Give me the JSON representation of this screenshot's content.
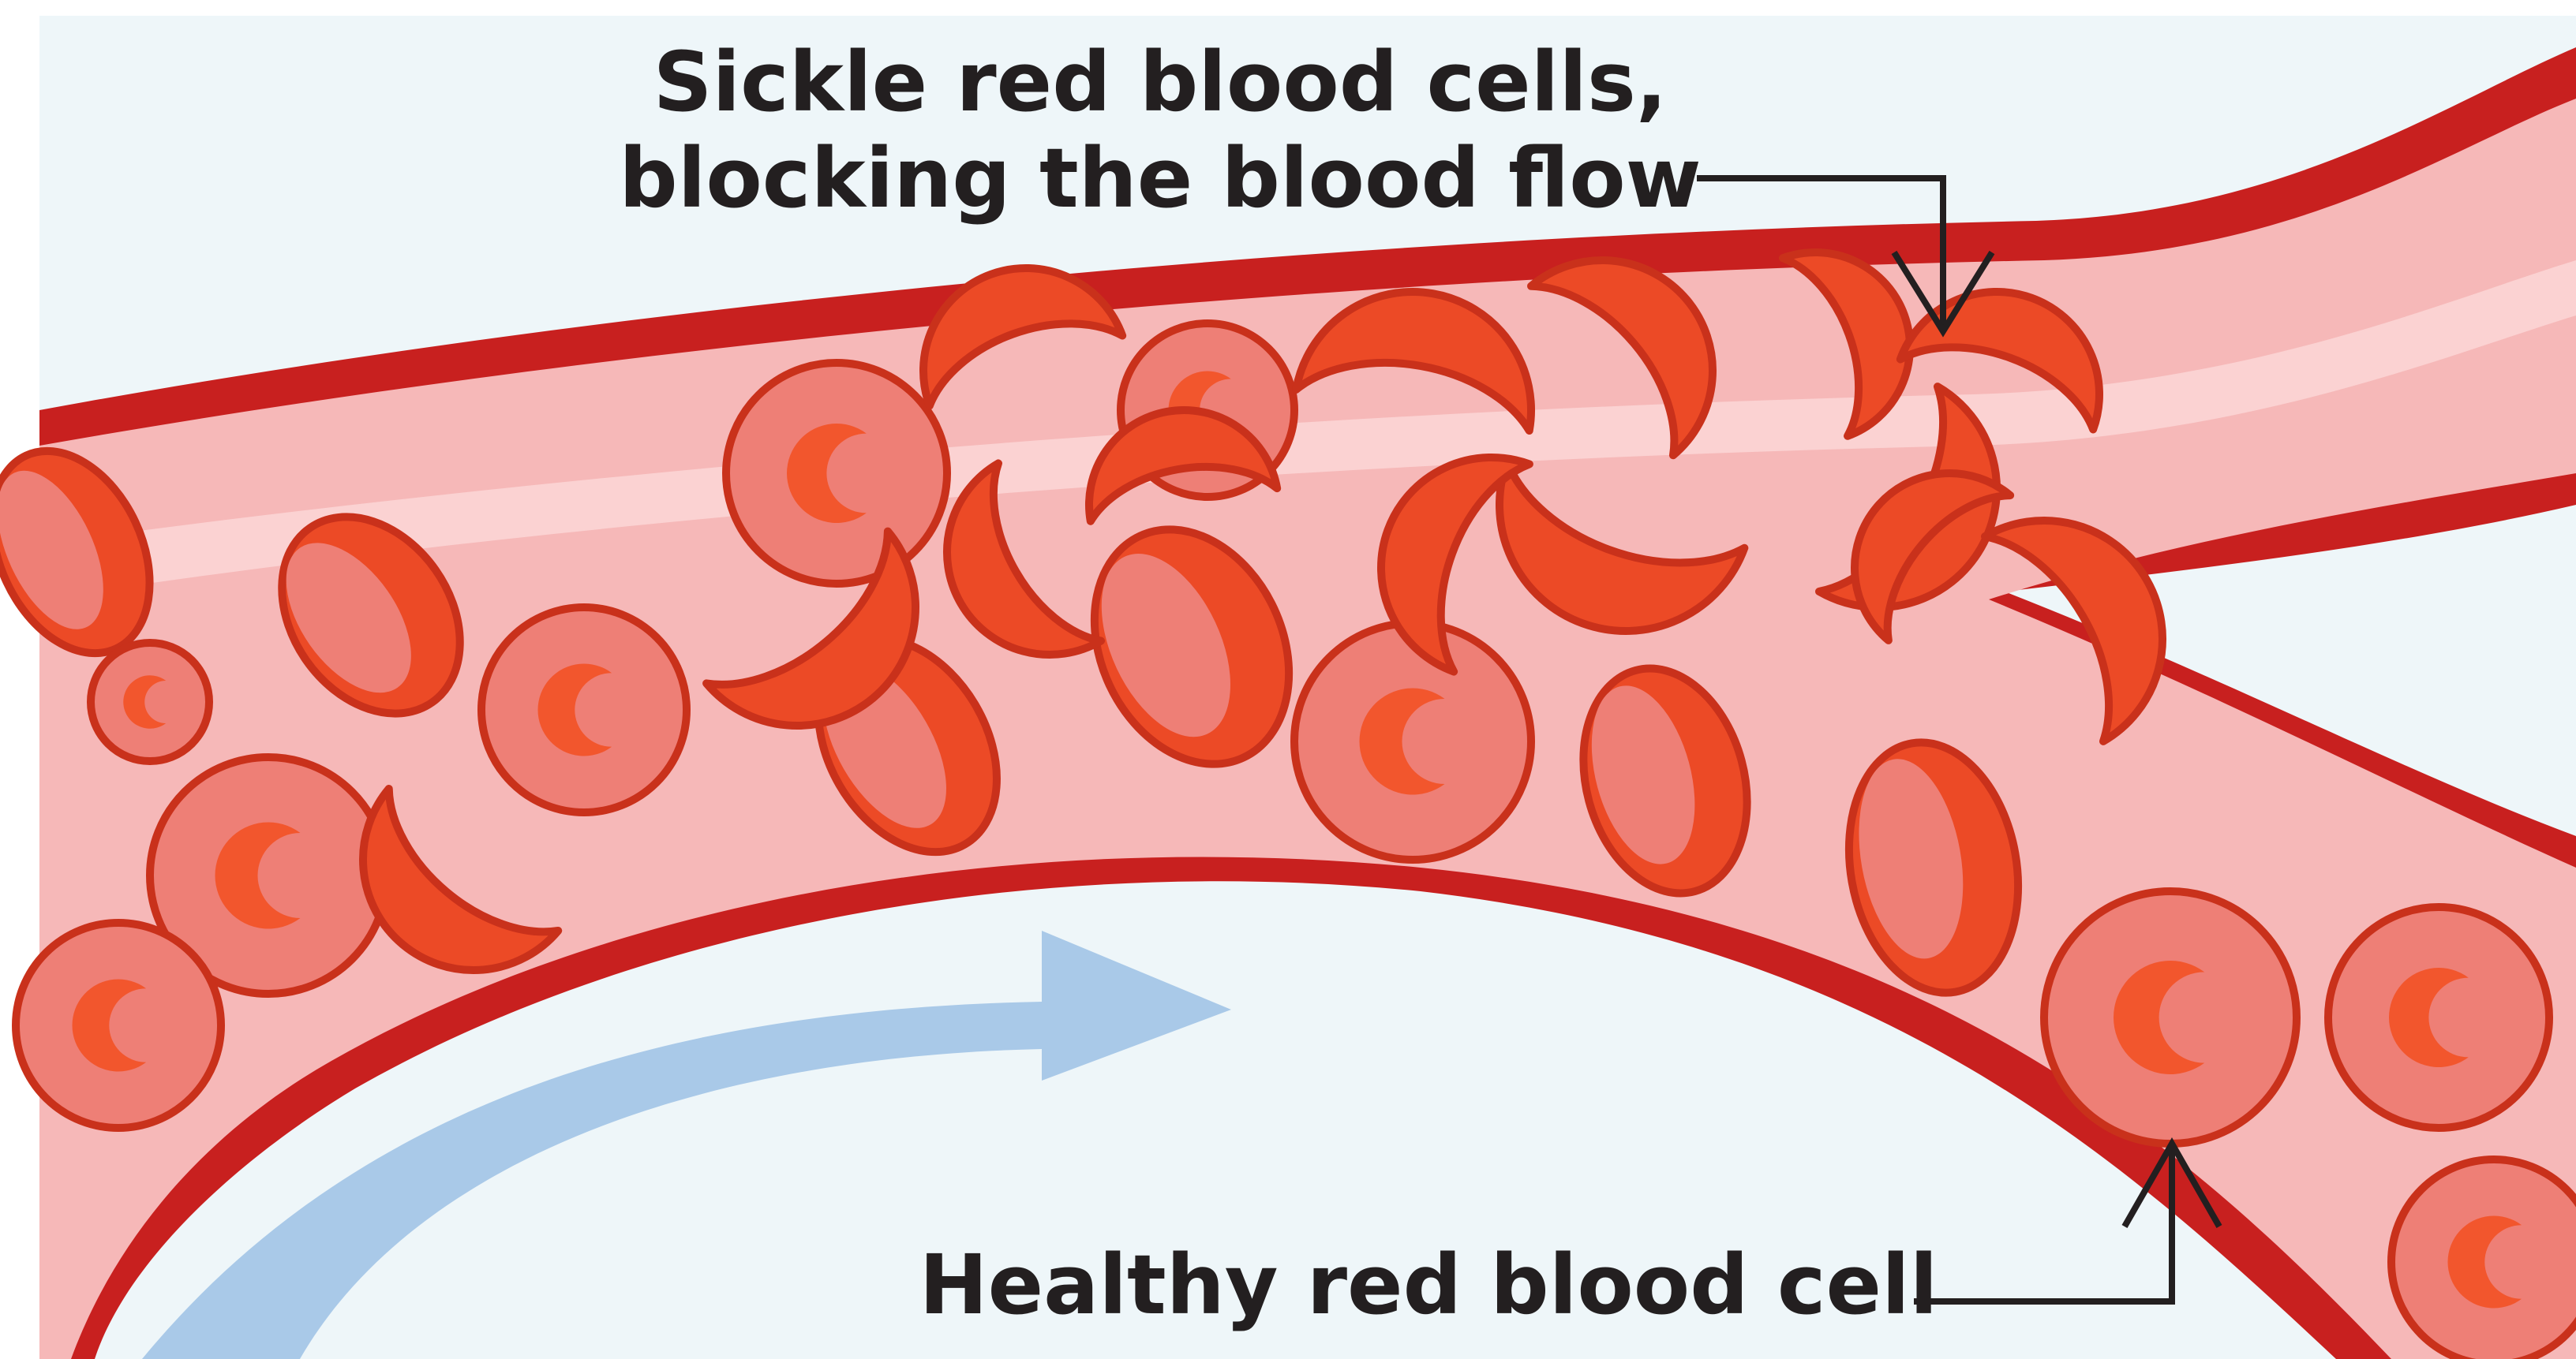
{
  "labels": {
    "sickle_line1": "Sickle red blood cells,",
    "sickle_line2": "blocking the blood flow",
    "healthy": "Healthy red blood cell"
  },
  "colors": {
    "background": "#eef6f9",
    "vessel_wall": "#c8201f",
    "vessel_lumen": "#f6b8b8",
    "vessel_highlight": "#fbd2d2",
    "healthy_cell": "#ee7f76",
    "healthy_cell_center": "#f2562d",
    "sickle_cell": "#ec4a26",
    "sickle_cell_shadow": "#c9311b",
    "flow_arrow": "#a9c9e8",
    "leader_line": "#231f20"
  },
  "icons": {
    "flow_arrow": "flow-arrow-icon"
  }
}
